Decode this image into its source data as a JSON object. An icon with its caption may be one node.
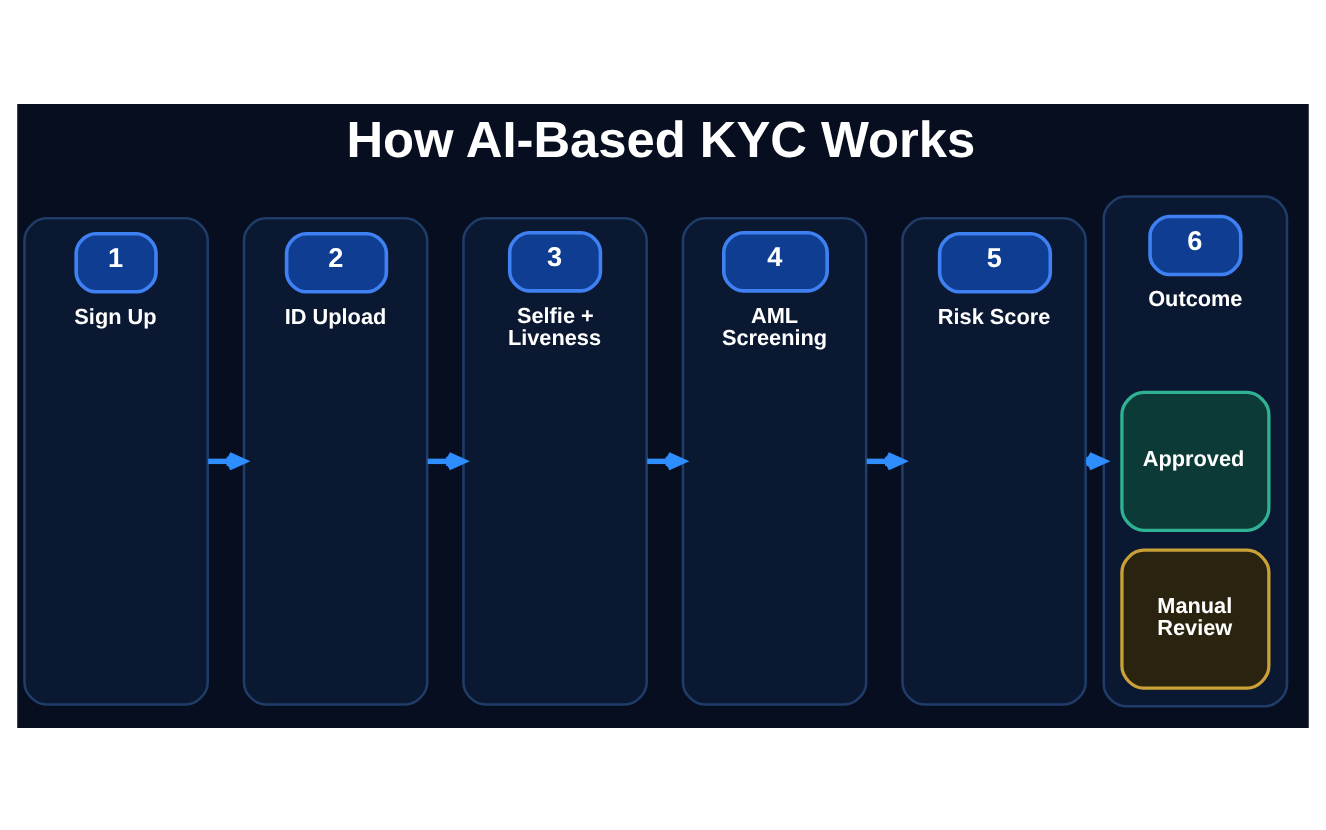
{
  "diagram": {
    "title": "How AI-Based KYC Works",
    "nodes": [
      {
        "text": [
          "1",
          "Sign Up"
        ]
      },
      {
        "text": [
          "2",
          "ID Upload"
        ]
      },
      {
        "text": [
          "3",
          "Selfie + Liveness"
        ]
      },
      {
        "text": [
          "4",
          "AML Screening"
        ]
      },
      {
        "text": [
          "5",
          "Risk Score"
        ]
      },
      {
        "text": [
          "6",
          "Outcome"
        ]
      },
      {
        "text": [
          "Approved"
        ],
        "in": 5
      },
      {
        "text": [
          "Manual Review"
        ],
        "in": 5
      }
    ],
    "edges": [
      {
        "from": 0,
        "to": 1,
        "arrow": "to"
      },
      {
        "from": 1,
        "to": 2,
        "arrow": "to"
      },
      {
        "from": 2,
        "to": 3,
        "arrow": "to"
      },
      {
        "from": 3,
        "to": 4,
        "arrow": "to"
      },
      {
        "from": 4,
        "to": 5,
        "arrow": "to"
      }
    ]
  }
}
